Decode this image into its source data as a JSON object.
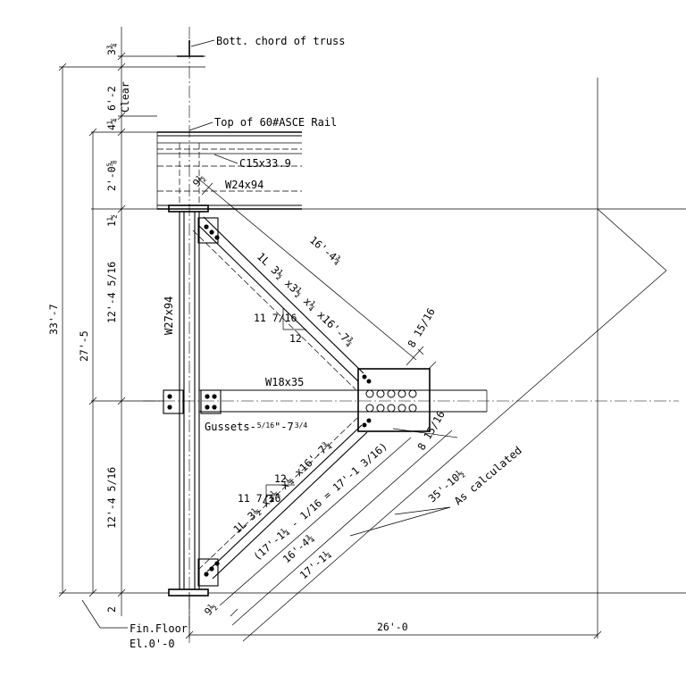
{
  "labels": {
    "bott_chord": "Bott. chord of truss",
    "top_rail": "Top of 60#ASCE Rail",
    "channel": "C15x33.9",
    "beam_top": "W24x94",
    "column": "W27x94",
    "beam_mid": "W18x35",
    "gussets": "Gussets-",
    "gussets_frac": "5/16",
    "gussets_len": "\"-7",
    "gussets_len_frac": "3/4",
    "brace_upper": "1L 3½ x3½ x¼ x16'-7¾",
    "brace_lower": "1L 3½ x3½ x¼ x16'-7¾",
    "as_calculated": "As calculated",
    "fin_floor": "Fin.Floor",
    "elevation": "El.0'-0"
  },
  "dimensions": {
    "d_top": "3¾",
    "d_clear": "6'-2",
    "clear": "Clear",
    "d_41": "4¼",
    "d_208": "2'-0⅝",
    "d_112": "1½",
    "d_upper": "12'-4 5/16",
    "d_lower": "12'-4 5/16",
    "d_2": "2",
    "d_total": "33'-7",
    "d_27": "27'-5",
    "d_9a": "9½",
    "d_9b": "9½",
    "d_16a": "16'-4¾",
    "d_16b": "16'-4¾",
    "d_17a": "17'-1¼",
    "d_17calc": "(17'-1¼ - 1/16 = 17'-1 3/16)",
    "d_35": "35'-10½",
    "d_8a": "8 15/16",
    "d_8b": "8 15/16",
    "d_26": "26'-0",
    "slope_rise_a": "11 7/16",
    "slope_run_a": "12",
    "slope_rise_b": "11 7/16",
    "slope_run_b": "12"
  }
}
